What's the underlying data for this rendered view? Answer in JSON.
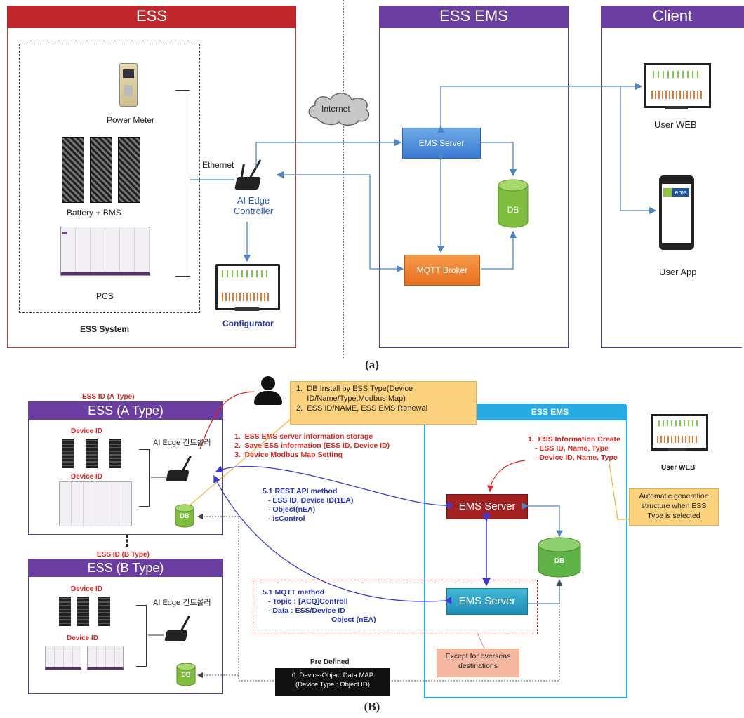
{
  "panel_a": {
    "caption": "(a)",
    "ess_title": "ESS",
    "ems_title": "ESS EMS",
    "client_title": "Client",
    "power_meter": "Power Meter",
    "battery": "Battery + BMS",
    "pcs": "PCS",
    "ess_system": "ESS System",
    "ethernet": "Ethernet",
    "controller": "AI Edge\nController",
    "configurator": "Configurator",
    "internet": "Internet",
    "ems_server": "EMS Server",
    "db": "DB",
    "mqtt": "MQTT  Broker",
    "user_web": "User WEB",
    "user_app": "User App",
    "app_logo": "ems"
  },
  "panel_b": {
    "caption": "(B)",
    "ess_a_id": "ESS ID (A Type)",
    "ess_a_title": "ESS (A Type)",
    "ess_b_id": "ESS ID (B Type)",
    "ess_b_title": "ESS (B Type)",
    "device_id": "Device ID",
    "controller_a": "AI Edge 컨트롤러",
    "controller_b": "AI Edge 컨트롤러",
    "db": "DB",
    "note_top": [
      "1.  DB Install by ESS Type(Device",
      "     ID/Name/Type,Modbus Map)",
      "2.  ESS ID/NAME, ESS EMS Renewal"
    ],
    "steps": [
      "1.  ESS EMS server information storage",
      "2.  Save ESS information (ESS ID, Device ID)",
      "3.  Device Modbus Map Setting"
    ],
    "ems_title": "ESS EMS",
    "info_create": [
      "1.  ESS Information Create",
      "- ESS ID, Name, Type",
      "- Device ID, Name, Type"
    ],
    "user_web": "User WEB",
    "auto_note": [
      "Automatic generation",
      "structure when ESS",
      "Type is selected"
    ],
    "rest": [
      "5.1 REST API method",
      "- ESS ID, Device ID(1EA)",
      "- Object(nEA)",
      "- isControl"
    ],
    "ems_server_1": "EMS Server",
    "ems_server_2": "EMS Server",
    "db_big": "DB",
    "mqtt": [
      "5.1 MQTT method",
      "- Topic : [ACQ]Controll",
      "- Data : ESS/Device ID",
      "Object (nEA)"
    ],
    "overseas": [
      "Except for overseas",
      "destinations"
    ],
    "predefined": "Pre Defined",
    "map": [
      "0. Device-Object Data MAP",
      "(Device Type : Object ID)"
    ],
    "dots": "⋮"
  }
}
